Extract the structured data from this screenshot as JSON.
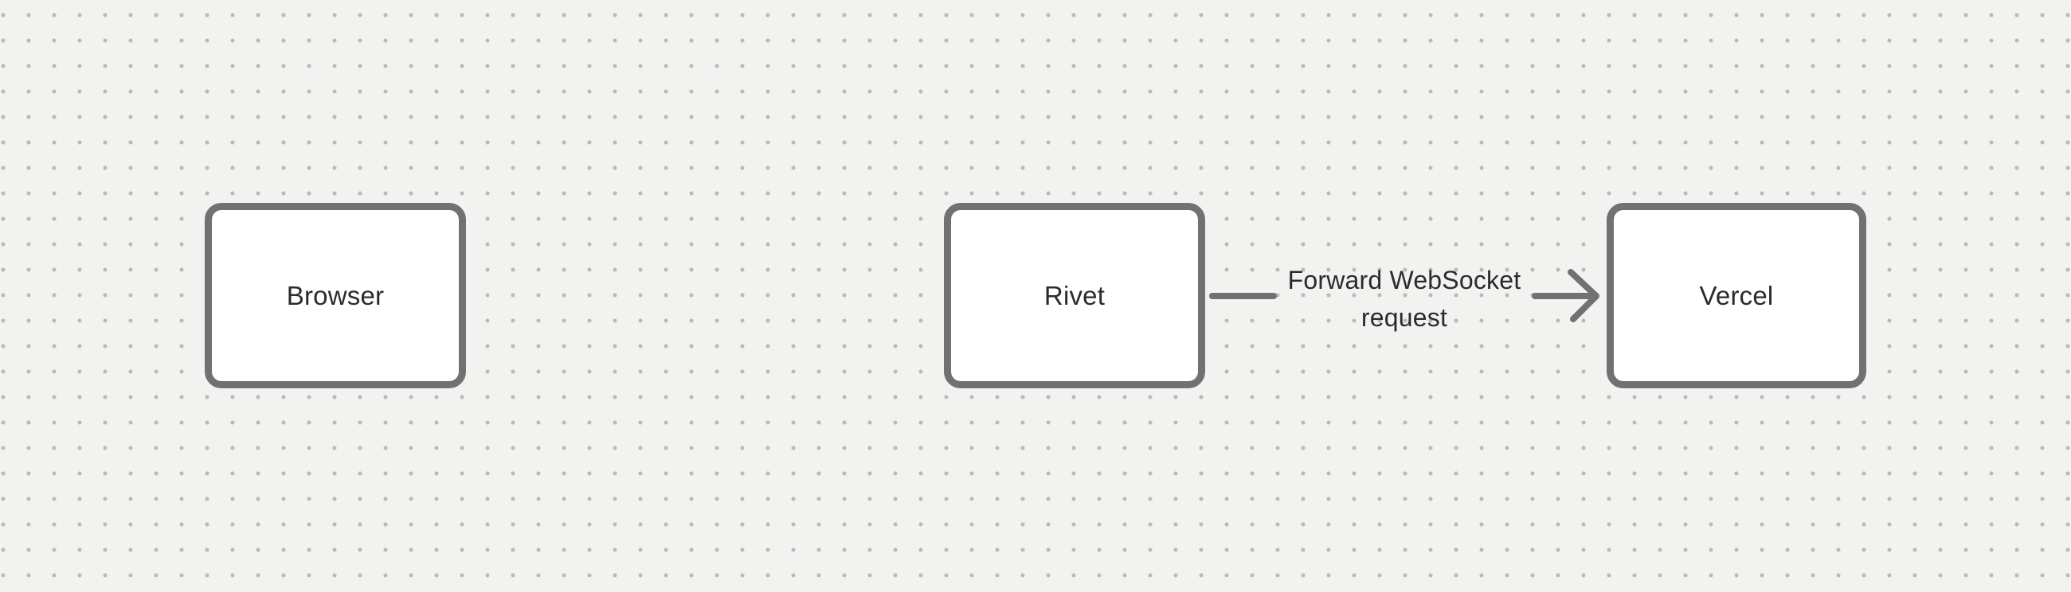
{
  "canvas": {
    "kind": "dotted-grid-diagram"
  },
  "nodes": [
    {
      "id": "browser",
      "label": "Browser"
    },
    {
      "id": "rivet",
      "label": "Rivet"
    },
    {
      "id": "vercel",
      "label": "Vercel"
    }
  ],
  "arrow": {
    "from": "rivet",
    "to": "vercel",
    "label": "Forward WebSocket request",
    "label_lines": [
      "Forward WebSocket",
      "request"
    ]
  },
  "colors": {
    "background": "#f2f2f1",
    "dot": "#b9b9b9",
    "shape_stroke": "#717171",
    "shape_fill": "#ffffff",
    "text": "#2b2b2b"
  }
}
